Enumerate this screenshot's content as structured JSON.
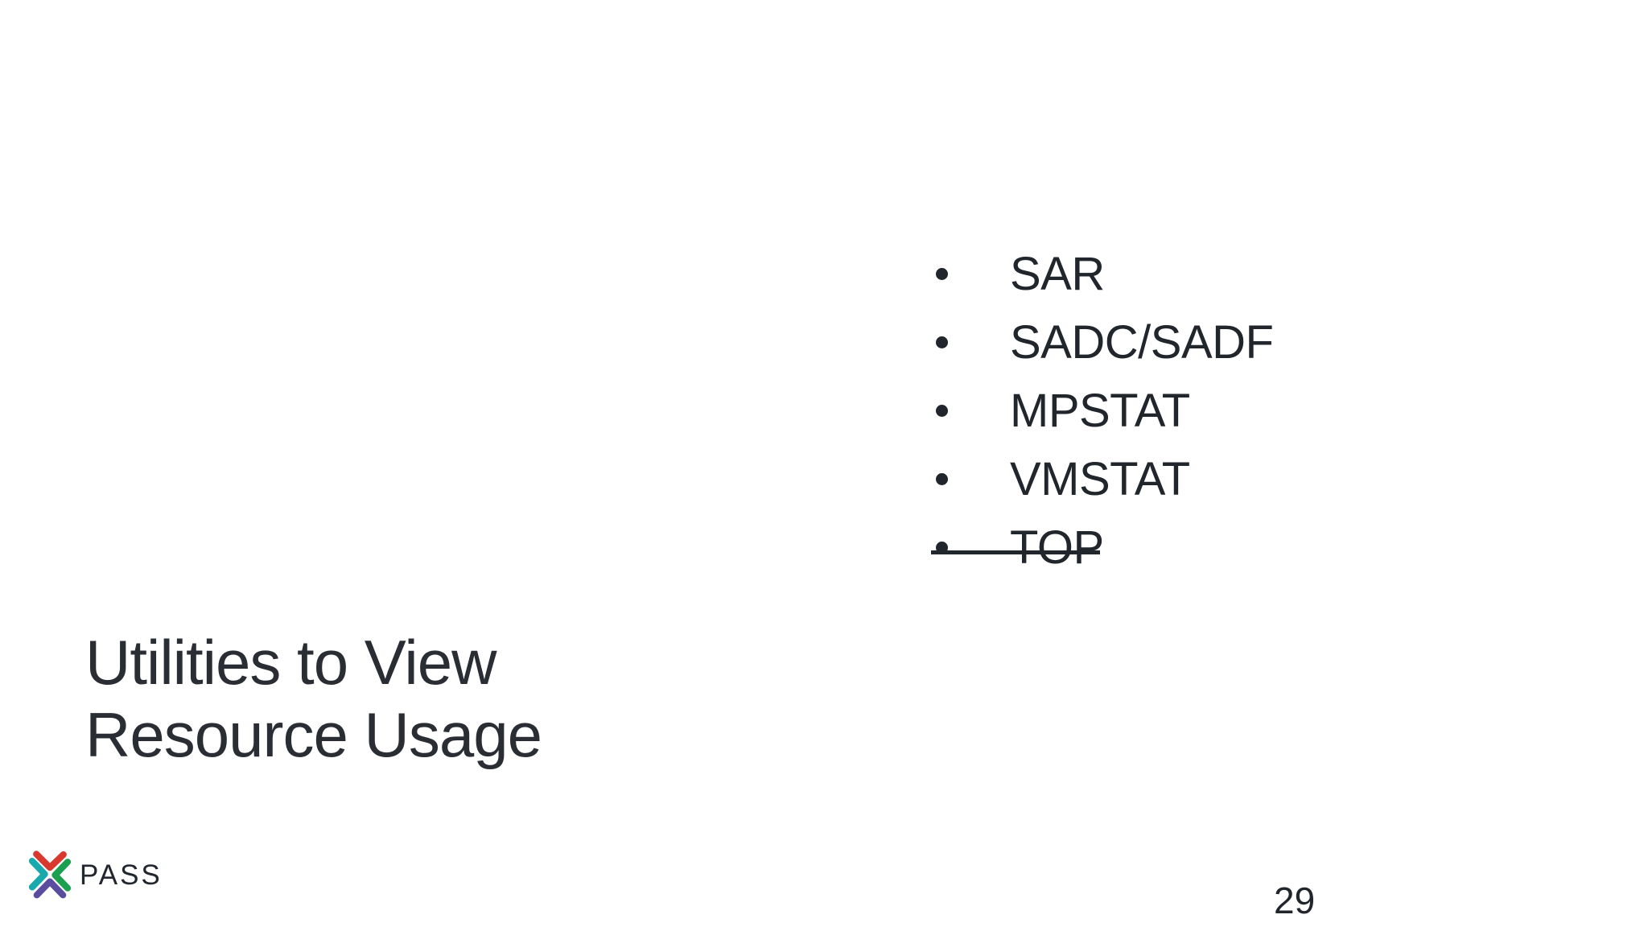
{
  "title": {
    "line1": "Utilities to View",
    "line2": "Resource Usage"
  },
  "list": {
    "items": [
      {
        "label": "SAR",
        "strikethrough": false
      },
      {
        "label": "SADC/SADF",
        "strikethrough": false
      },
      {
        "label": "MPSTAT",
        "strikethrough": false
      },
      {
        "label": "VMSTAT",
        "strikethrough": false
      },
      {
        "label": "TOP",
        "strikethrough": true
      }
    ]
  },
  "logo": {
    "text": "PASS",
    "colors": {
      "red": "#d9382e",
      "teal": "#18a9ac",
      "green": "#1aa04e",
      "purple": "#5a4da0"
    }
  },
  "footer": {
    "page_number": "29"
  },
  "colors": {
    "background": "#ffffff",
    "text": "#21252c",
    "title": "#2a2e34"
  }
}
